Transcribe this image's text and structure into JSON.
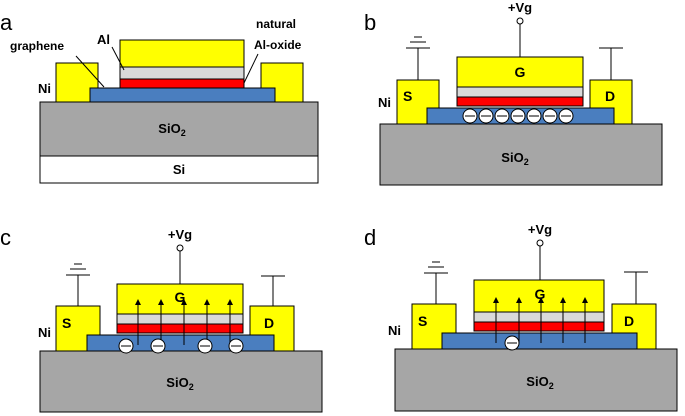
{
  "panels": {
    "a": {
      "letter": "a",
      "graphene": "graphene",
      "al": "Al",
      "natural": "natural",
      "al_oxide": "Al-oxide",
      "ni": "Ni",
      "sio2": "SiO",
      "sio2_sub": "2",
      "si": "Si"
    },
    "b": {
      "letter": "b",
      "vg": "+Vg",
      "gate": "G",
      "source": "S",
      "drain": "D",
      "ni": "Ni",
      "sio2": "SiO",
      "sio2_sub": "2"
    },
    "c": {
      "letter": "c",
      "vg": "+Vg",
      "gate": "G",
      "source": "S",
      "drain": "D",
      "ni": "Ni",
      "sio2": "SiO",
      "sio2_sub": "2"
    },
    "d": {
      "letter": "d",
      "vg": "+Vg",
      "gate": "G",
      "source": "S",
      "drain": "D",
      "ni": "Ni",
      "sio2": "SiO",
      "sio2_sub": "2"
    }
  },
  "colors": {
    "metal": "#ffff00",
    "oxide": "#ff0000",
    "aluminum": "#d9d9d9",
    "graphene": "#4a7ebf",
    "sio2": "#a6a6a6",
    "si": "#ffffff"
  },
  "icons": {
    "ground": "ground-icon",
    "terminal": "terminal-circle-icon",
    "electron": "electron-icon",
    "field": "arrow-up-icon"
  }
}
